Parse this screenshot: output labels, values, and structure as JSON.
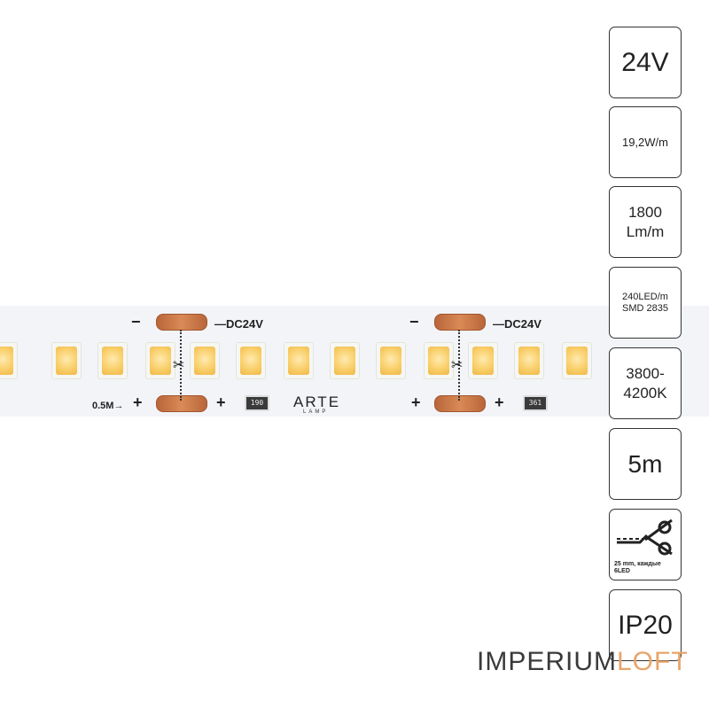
{
  "strip": {
    "voltage_label_1": "—DC24V",
    "voltage_label_2": "—DC24V",
    "minus_sign_1": "−",
    "minus_sign_2": "−",
    "segment_length": "0.5M→",
    "plus_signs": [
      "+",
      "+",
      "+",
      "+"
    ],
    "resistor_codes": [
      "190",
      "361"
    ],
    "brand_name": "ARTE",
    "brand_sub": "LAMP",
    "led_color": "#f9cf6a",
    "pad_color": "#c97446"
  },
  "specs": [
    {
      "lines": [
        "24V"
      ]
    },
    {
      "lines": [
        "19,2W/m"
      ]
    },
    {
      "lines": [
        "1800",
        "Lm/m"
      ]
    },
    {
      "lines": [
        "240LED/m",
        "SMD 2835"
      ]
    },
    {
      "lines": [
        "3800-",
        "4200K"
      ]
    },
    {
      "lines": [
        "5m"
      ]
    },
    {
      "icon": "scissors-icon",
      "lines": [
        "25 mm, каждые",
        "6LED"
      ]
    },
    {
      "lines": [
        "IP20"
      ]
    }
  ],
  "watermark": {
    "part1": "IMPERIUM",
    "part2": "LOFT",
    "color1": "#3a3a3a",
    "color2": "#e8a46a"
  }
}
